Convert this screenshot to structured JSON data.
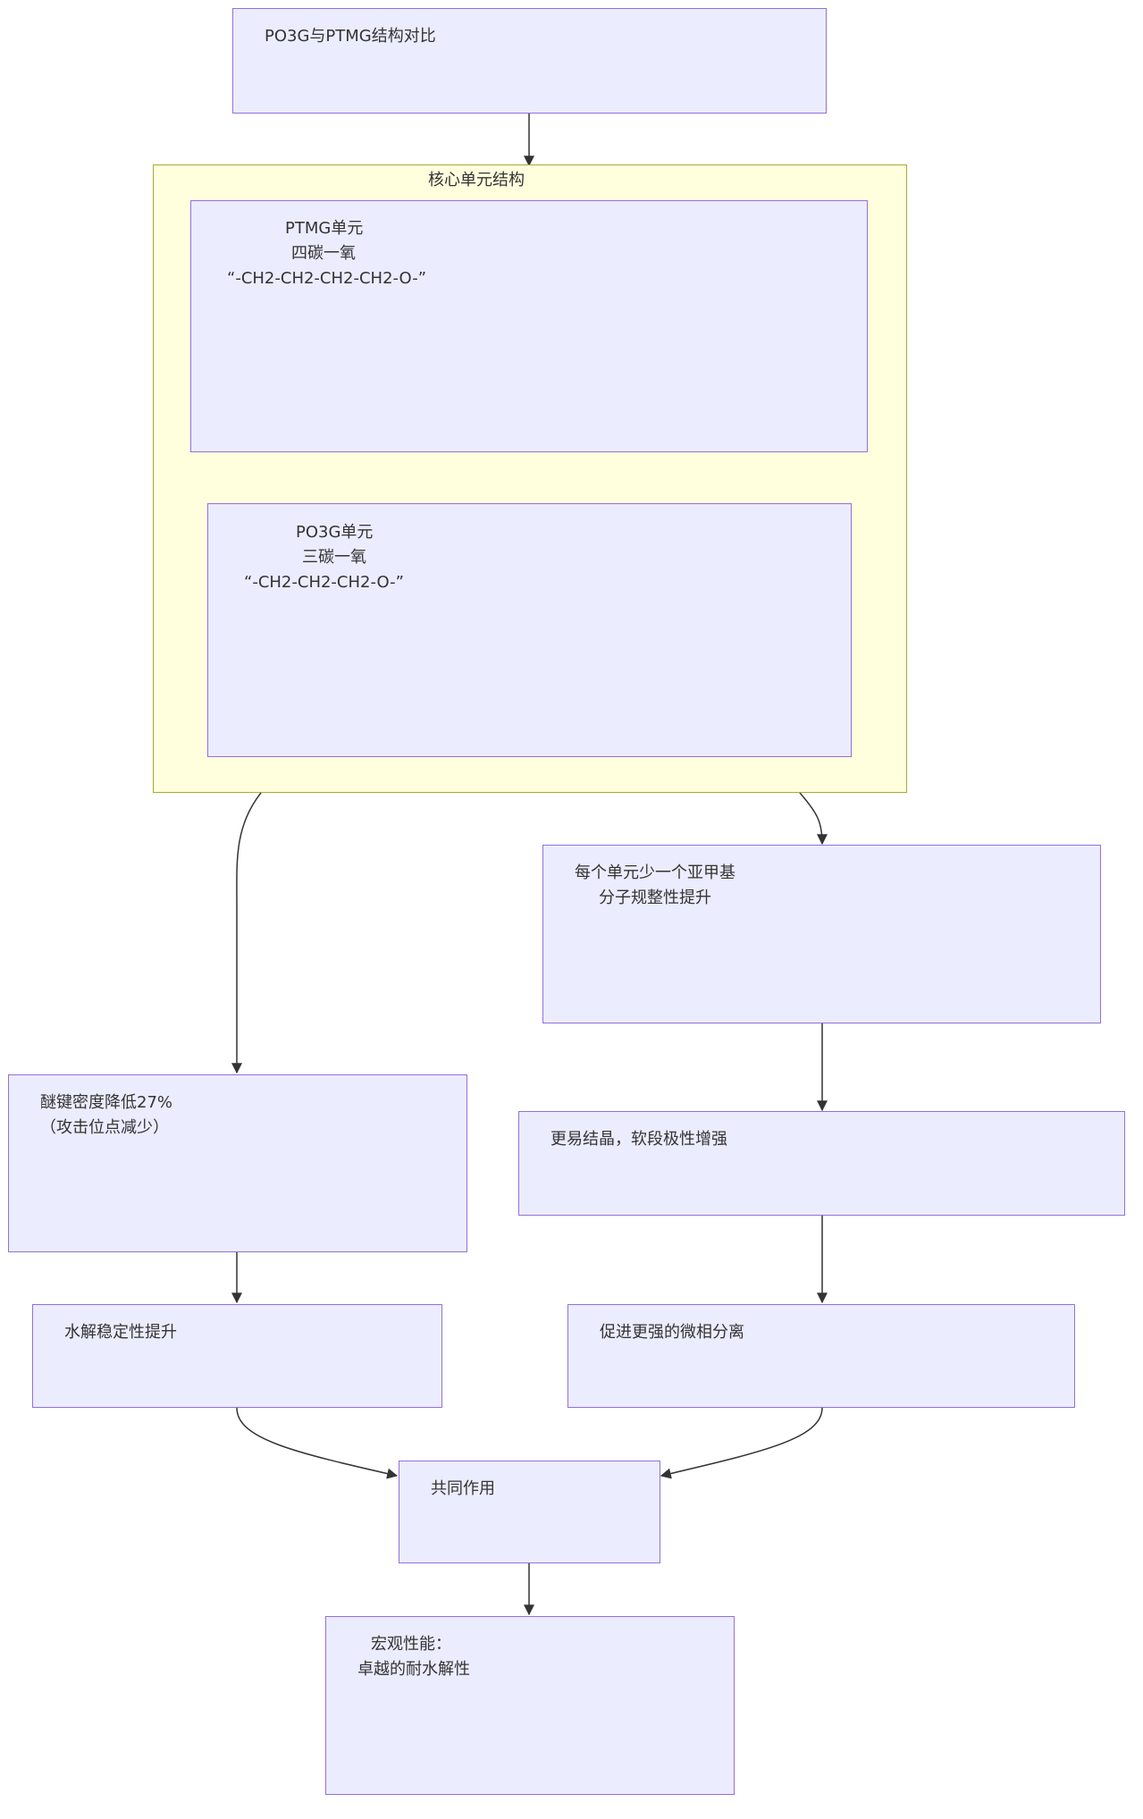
{
  "diagram": {
    "type": "flowchart",
    "colors": {
      "node_fill": "#ececff",
      "node_stroke": "#9370db",
      "cluster_fill": "#ffffde",
      "cluster_stroke": "#aaaa33",
      "edge": "#333333",
      "text": "#333333"
    },
    "title_node": {
      "line1": "PO3G与PTMG结构对比"
    },
    "cluster": {
      "title": "核心单元结构",
      "ptmg": {
        "line1": "PTMG单元",
        "line2": "四碳一氧",
        "line3": "“-CH2-CH2-CH2-CH2-O-”"
      },
      "po3g": {
        "line1": "PO3G单元",
        "line2": "三碳一氧",
        "line3": "“-CH2-CH2-CH2-O-”"
      }
    },
    "methylene_node": {
      "line1": "每个单元少一个亚甲基",
      "line2": "分子规整性提升"
    },
    "ether_node": {
      "line1": "醚键密度降低27%",
      "line2": "（攻击位点减少）"
    },
    "crystal_node": {
      "line1": "更易结晶，软段极性增强"
    },
    "hydrolysis_node": {
      "line1": "水解稳定性提升"
    },
    "phase_node": {
      "line1": "促进更强的微相分离"
    },
    "synergy_node": {
      "line1": "共同作用"
    },
    "result_node": {
      "line1": "宏观性能：",
      "line2": "卓越的耐水解性"
    },
    "edges": [
      {
        "from": "title_node",
        "to": "cluster"
      },
      {
        "from": "cluster",
        "to": "ether_node"
      },
      {
        "from": "cluster",
        "to": "methylene_node"
      },
      {
        "from": "methylene_node",
        "to": "crystal_node"
      },
      {
        "from": "crystal_node",
        "to": "phase_node"
      },
      {
        "from": "ether_node",
        "to": "hydrolysis_node"
      },
      {
        "from": "hydrolysis_node",
        "to": "synergy_node"
      },
      {
        "from": "phase_node",
        "to": "synergy_node"
      },
      {
        "from": "synergy_node",
        "to": "result_node"
      }
    ]
  }
}
